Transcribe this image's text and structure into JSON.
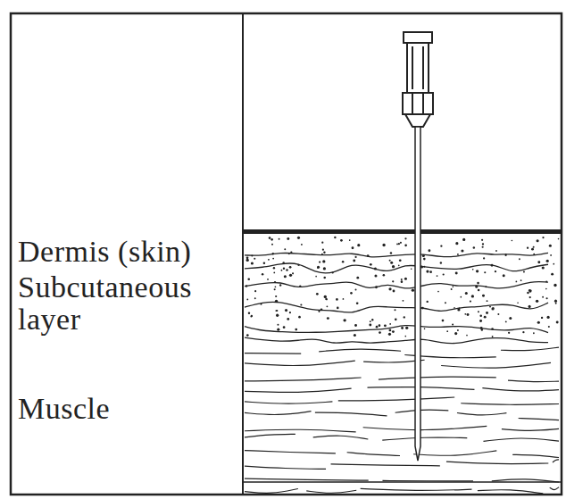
{
  "diagram": {
    "labels": [
      "Dermis (skin)",
      "Subcutaneous layer",
      "Muscle"
    ]
  }
}
